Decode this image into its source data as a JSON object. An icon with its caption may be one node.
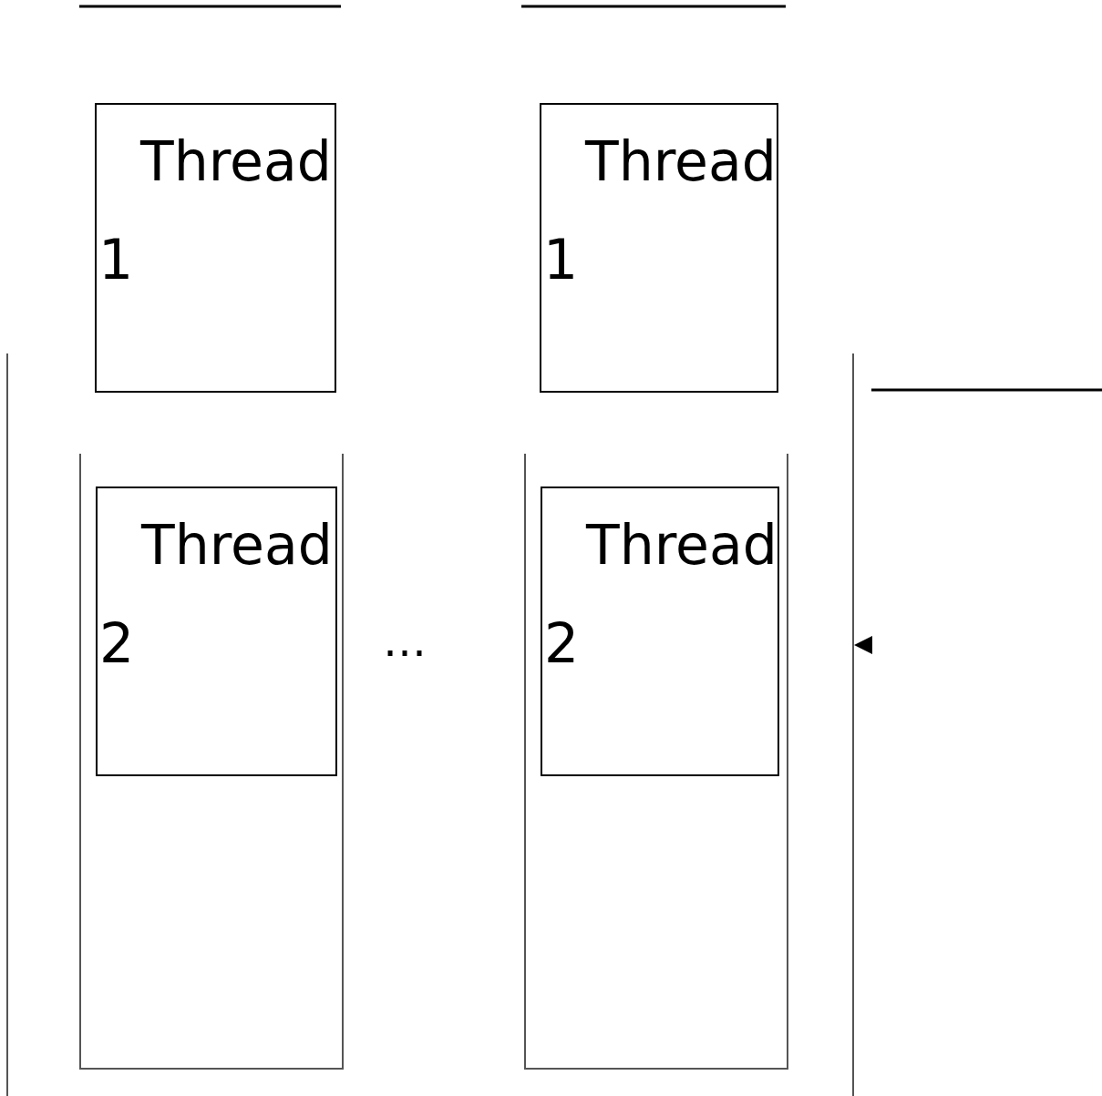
{
  "diagram": {
    "nodes": [
      {
        "text": [
          "Thread 1"
        ]
      },
      {
        "text": [
          "Thread 1"
        ]
      },
      {
        "text": [],
        "shape": "box"
      },
      {
        "text": [
          "Thread 2"
        ],
        "in": 2
      },
      {
        "text": [],
        "shape": "box"
      },
      {
        "text": [
          "Thread 2"
        ],
        "in": 4
      }
    ],
    "labels": [
      "…"
    ]
  }
}
